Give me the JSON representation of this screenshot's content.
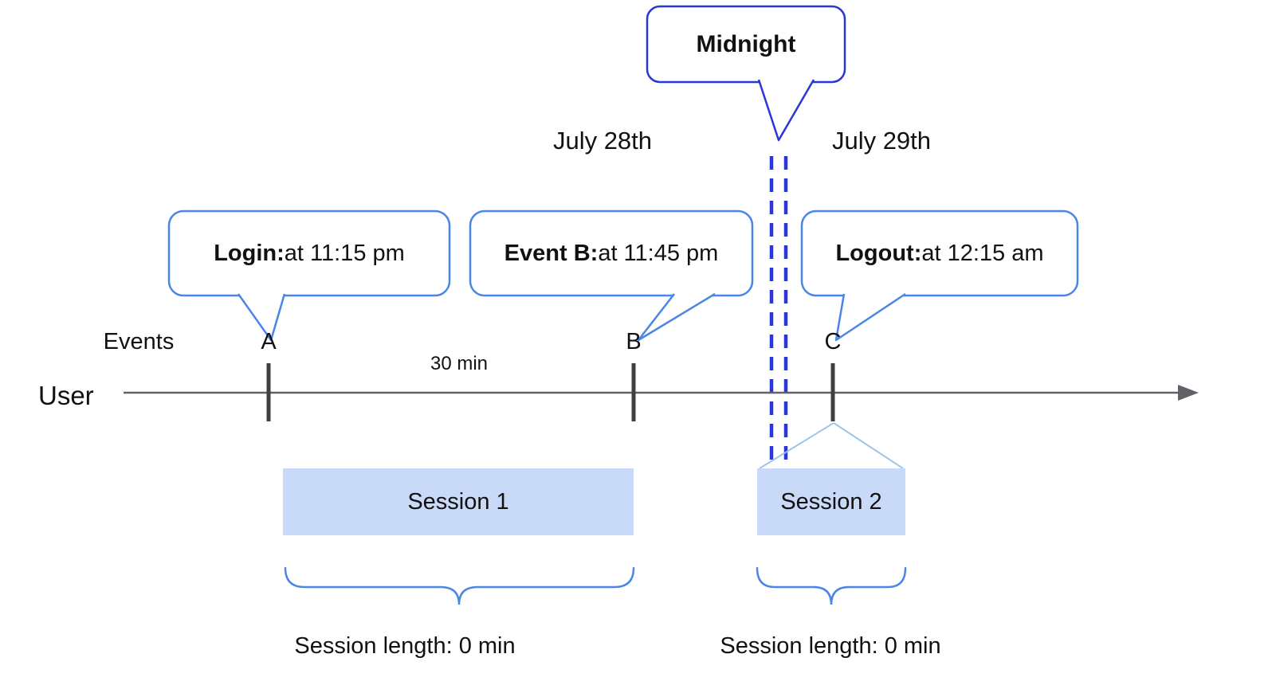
{
  "colors": {
    "bubble_border": "#4a86e8",
    "midnight_border": "#2936d8",
    "dash_color": "#2936d8",
    "session_fill": "#c9daf8",
    "session_line": "#9fc5e8",
    "timeline_color": "#5f6368",
    "tick_color": "#3c4043",
    "brace_color": "#4a86e8",
    "text_color": "#111111"
  },
  "midnight": {
    "label": "Midnight"
  },
  "dates": {
    "before": "July 28th",
    "after": "July 29th"
  },
  "callouts": [
    {
      "bold": "Login:",
      "rest": " at 11:15 pm"
    },
    {
      "bold": "Event B:",
      "rest": " at 11:45 pm"
    },
    {
      "bold": "Logout:",
      "rest": " at 12:15 am"
    }
  ],
  "timeline": {
    "events_label": "Events",
    "user_label": "User",
    "interval_label": "30 min",
    "markers": [
      "A",
      "B",
      "C"
    ]
  },
  "sessions": [
    {
      "label": "Session 1",
      "length_label": "Session length: 0 min"
    },
    {
      "label": "Session 2",
      "length_label": "Session length: 0 min"
    }
  ]
}
